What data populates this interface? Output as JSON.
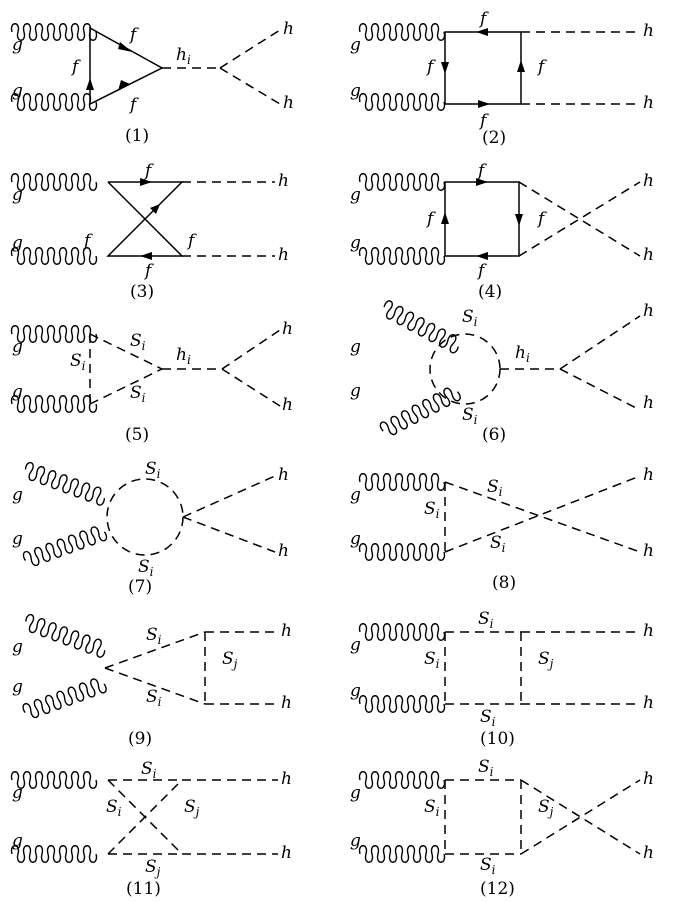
{
  "labels": {
    "g": "g",
    "f": "f",
    "h": "h",
    "h_sym": "h",
    "S_sym": "S",
    "sub_i": "i",
    "sub_j": "j"
  },
  "captions": [
    "(1)",
    "(2)",
    "(3)",
    "(4)",
    "(5)",
    "(6)",
    "(7)",
    "(8)",
    "(9)",
    "(10)",
    "(11)",
    "(12)"
  ]
}
